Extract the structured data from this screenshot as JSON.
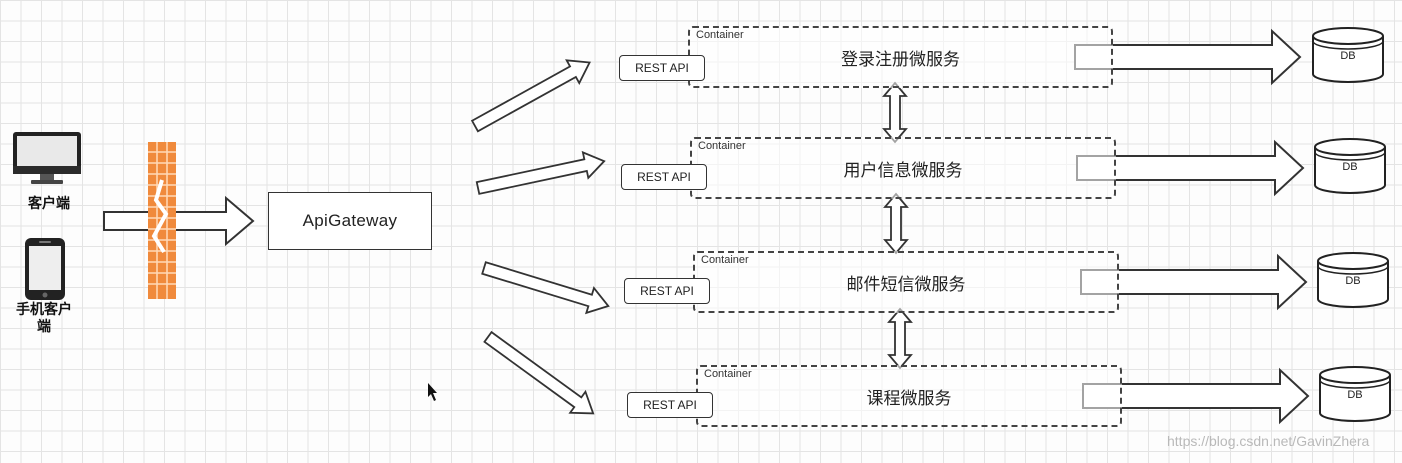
{
  "clients": {
    "desktop_label": "客户端",
    "mobile_label": "手机客户端"
  },
  "gateway": {
    "label": "ApiGateway"
  },
  "services": [
    {
      "container_tag": "Container",
      "name": "登录注册微服务",
      "api_label": "REST API",
      "db_label": "DB"
    },
    {
      "container_tag": "Container",
      "name": "用户信息微服务",
      "api_label": "REST API",
      "db_label": "DB"
    },
    {
      "container_tag": "Container",
      "name": "邮件短信微服务",
      "api_label": "REST API",
      "db_label": "DB"
    },
    {
      "container_tag": "Container",
      "name": "课程微服务",
      "api_label": "REST API",
      "db_label": "DB"
    }
  ],
  "watermark": "https://blog.csdn.net/GavinZhera",
  "colors": {
    "firewall": "#f08a3c",
    "stroke": "#333333"
  },
  "icons": [
    "desktop-monitor-icon",
    "mobile-phone-icon",
    "firewall-icon",
    "cursor-icon",
    "database-icon"
  ]
}
